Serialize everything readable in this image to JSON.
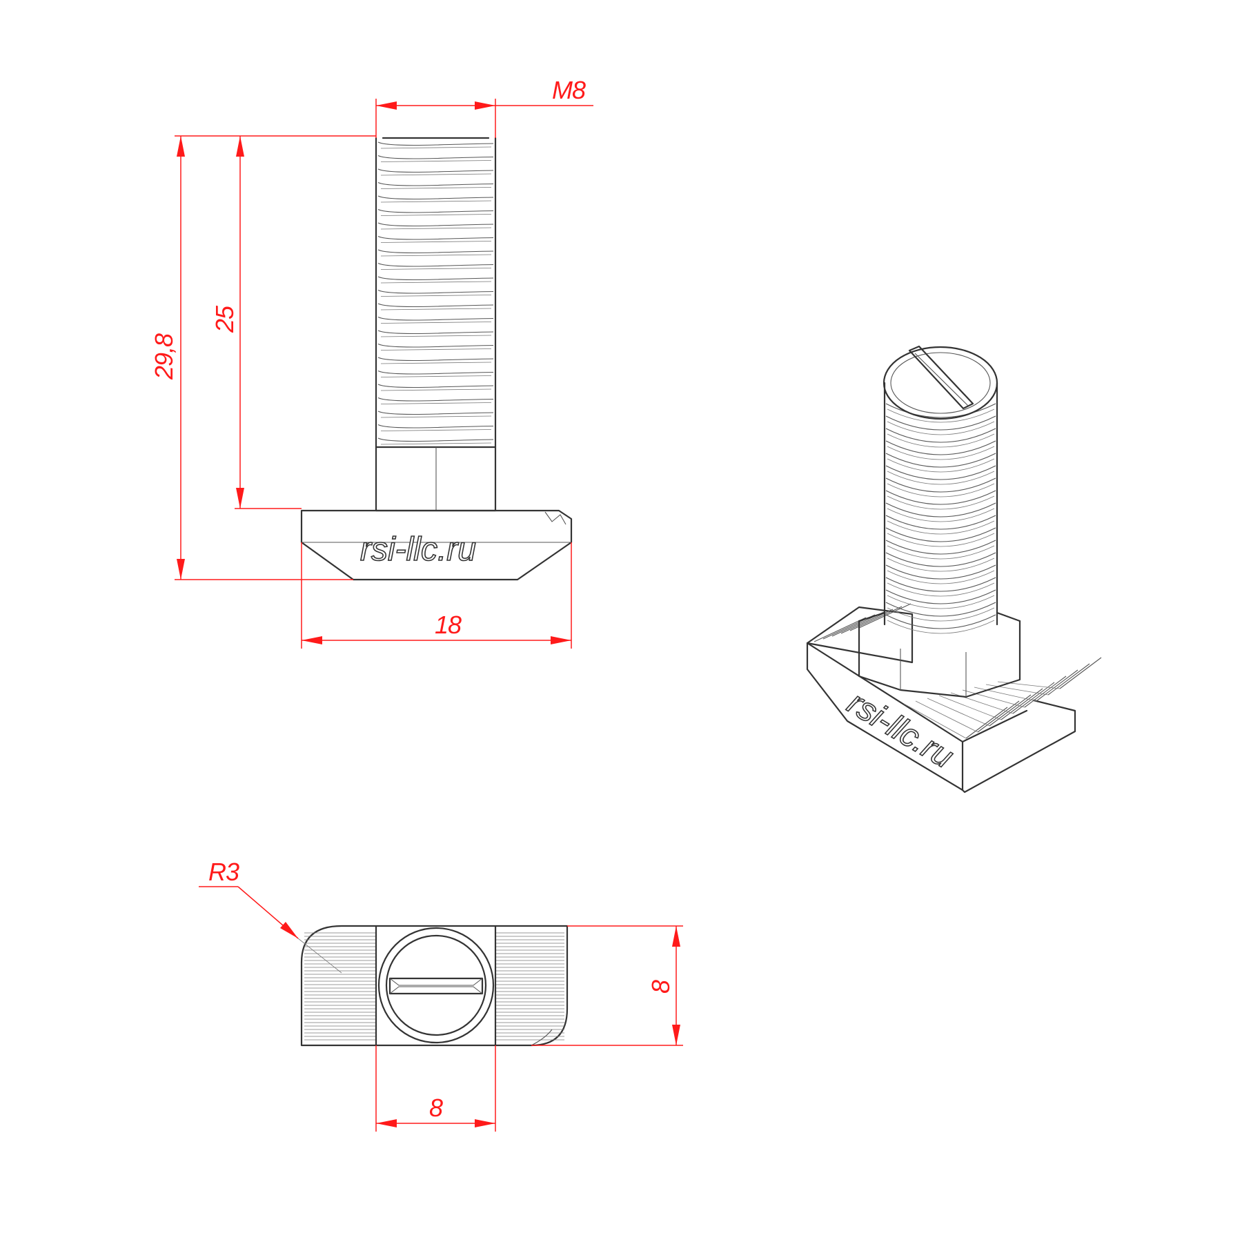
{
  "dimensions": {
    "thread": "M8",
    "total_height": "29,8",
    "thread_length": "25",
    "base_width": "18",
    "corner_radius": "R3",
    "depth": "8",
    "hex_width": "8"
  },
  "engraving": {
    "front_view": "rsi-llc.ru",
    "iso_view": "rsi-llc.ru"
  },
  "colors": {
    "dimension": "#ff1a1a",
    "part_outline": "#333333"
  }
}
